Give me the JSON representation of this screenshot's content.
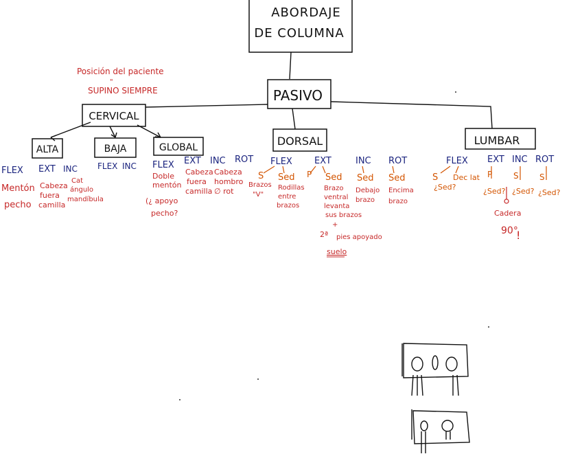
{
  "root": {
    "line1": "ABORDAJE",
    "line2": "DE COLUMNA"
  },
  "pasivo": "PASIVO",
  "note": {
    "line1": "Posición del paciente",
    "line2": "\"",
    "line3": "SUPINO SIEMPRE"
  },
  "cervical": {
    "label": "CERVICAL",
    "alta": {
      "label": "ALTA",
      "cols": [
        "FLEX",
        "EXT",
        "INC"
      ],
      "flex_notes": [
        "Mentón",
        "pecho"
      ],
      "ext_notes": [
        "Cabeza",
        "fuera",
        "camilla"
      ],
      "inc_notes": [
        "Cat",
        "ángulo",
        "mandíbula"
      ]
    },
    "baja": {
      "label": "BAJA",
      "cols": [
        "FLEX",
        "INC"
      ]
    },
    "global": {
      "label": "GLOBAL",
      "cols": [
        "FLEX",
        "EXT",
        "INC",
        "ROT"
      ],
      "flex_notes": [
        "Doble",
        "mentón",
        "(¿ apoyo",
        "pecho?"
      ],
      "ext_notes": [
        "Cabeza",
        "fuera",
        "camilla"
      ],
      "inc_notes": [
        "Cabeza",
        "hombro"
      ],
      "rot_notes": [
        "∅ rot"
      ]
    }
  },
  "dorsal": {
    "label": "DORSAL",
    "cols": [
      "FLEX",
      "EXT",
      "INC",
      "ROT"
    ],
    "flex_s": "S",
    "flex_sed": "Sed",
    "flex_s_notes": [
      "Brazos",
      "\"V\""
    ],
    "flex_sed_notes": [
      "Rodillas",
      "entre",
      "brazos"
    ],
    "ext_p": "P",
    "ext_sed": "Sed",
    "ext_sed_notes": [
      "Brazo",
      "ventral",
      "levanta",
      "sus brazos"
    ],
    "ext_extra": [
      "2ª",
      "+",
      "pies apoyado",
      "suelo"
    ],
    "inc_sed": "Sed",
    "inc_notes": [
      "Debajo",
      "brazo"
    ],
    "rot_sed": "Sed",
    "rot_notes": [
      "Encima",
      "brazo"
    ]
  },
  "lumbar": {
    "label": "LUMBAR",
    "cols": [
      "FLEX",
      "EXT",
      "INC",
      "ROT"
    ],
    "flex_s": "S",
    "flex_dec": "Dec lat",
    "flex_q": "¿Sed?",
    "ext_p": "P",
    "ext_q": "¿Sed?",
    "inc_s": "S",
    "inc_q": "¿Sed?",
    "rot_s": "S",
    "rot_q": "¿Sed?",
    "note": [
      "Cadera",
      "90°",
      "!"
    ]
  },
  "colors": {
    "ink": "#111111",
    "blue": "#1a237e",
    "red": "#c62828",
    "orange": "#d35400"
  }
}
